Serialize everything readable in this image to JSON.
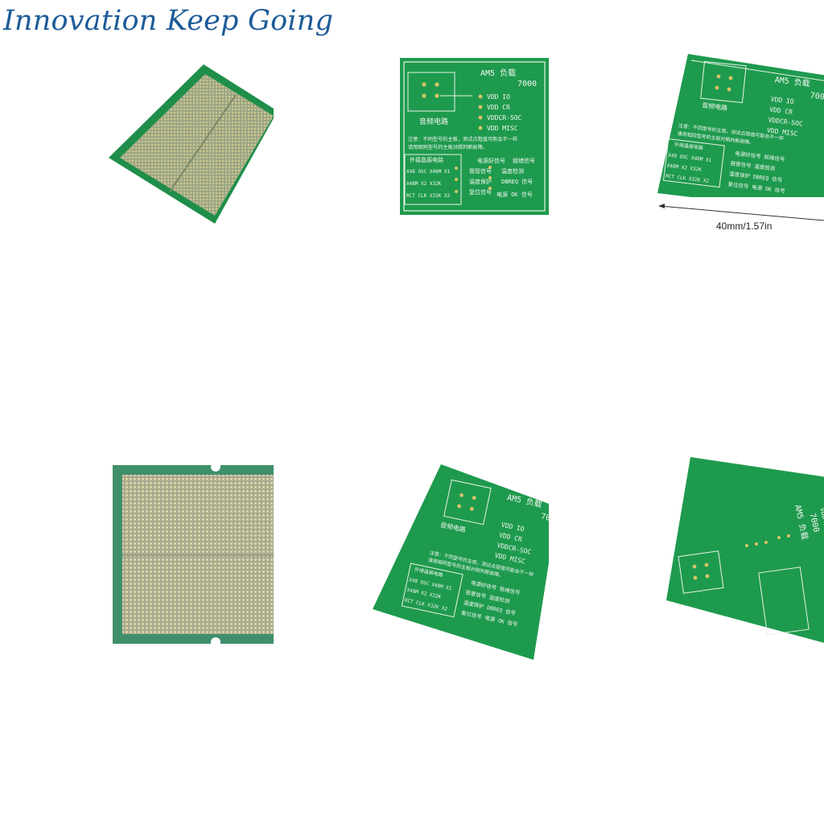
{
  "brand": {
    "text": "Innovation Keep Going",
    "color": "#1d5b98"
  },
  "board": {
    "title": "AM5 负载",
    "model": "7000",
    "audio_circuit": "音频电路",
    "rails": [
      "VDD IO",
      "VDD CR",
      "VDDCR-SOC",
      "VDD MISC"
    ],
    "note_line1": "注意：不同型号的主板，测试点阻值可能会不一样",
    "note_line2": "请用相同型号的主板对照判断故障。",
    "crystal_title": "外接晶振电路",
    "crystal_rows": [
      "X48 OSC X48M X1",
      "X48M X2 X32K",
      "RCT CLK X32K X2"
    ],
    "signals_left": [
      "电源好信号",
      "我管信号",
      "温度保护",
      "复位信号"
    ],
    "signals_right": [
      "就绪信号",
      "温度检测",
      "DBREQ 信号",
      "电源 OK 信号"
    ],
    "colors": {
      "pcb": "#1e9a4e",
      "silk": "#f2f7ef",
      "pad": "#d8c46a"
    }
  },
  "dimension": {
    "label": "40mm/1.57in"
  }
}
